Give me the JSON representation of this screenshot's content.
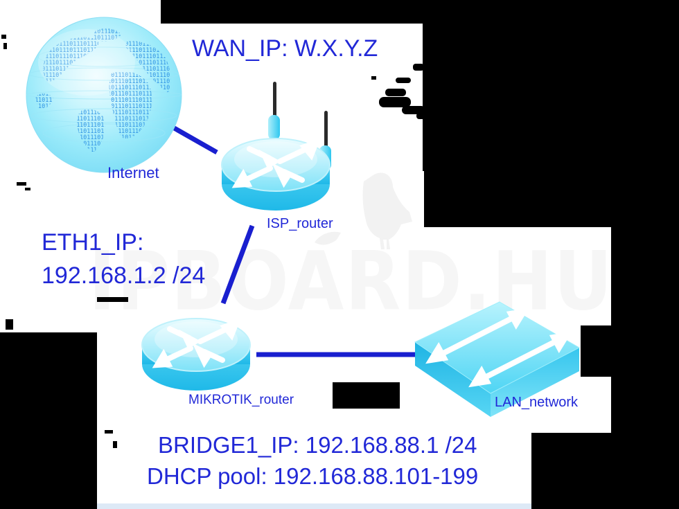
{
  "labels": {
    "wan_ip": "WAN_IP: W.X.Y.Z",
    "internet": "Internet",
    "isp_router": "ISP_router",
    "eth1_line1": "ETH1_IP:",
    "eth1_line2": "192.168.1.2 /24",
    "mikrotik_router": "MIKROTIK_router",
    "lan_network": "LAN_network",
    "bridge1_ip": "BRIDGE1_IP: 192.168.88.1 /24",
    "dhcp_pool": "DHCP pool: 192.168.88.101-199"
  },
  "watermark": {
    "text": "IPBOARD.HU"
  },
  "topology": {
    "nodes": [
      "Internet",
      "ISP_router",
      "MIKROTIK_router",
      "LAN_network"
    ],
    "links": [
      [
        "Internet",
        "ISP_router"
      ],
      [
        "ISP_router",
        "MIKROTIK_router"
      ],
      [
        "MIKROTIK_router",
        "LAN_network"
      ]
    ]
  },
  "colors": {
    "label_blue": "#2128d7",
    "link_blue": "#191fcf",
    "device_cyan": "#35cdf2",
    "globe_continent_blue": "#2f93e4",
    "watermark_gray": "#f6f6f6",
    "transparent_black": "#000000",
    "bottom_strip_blue": "#dde9f6"
  }
}
